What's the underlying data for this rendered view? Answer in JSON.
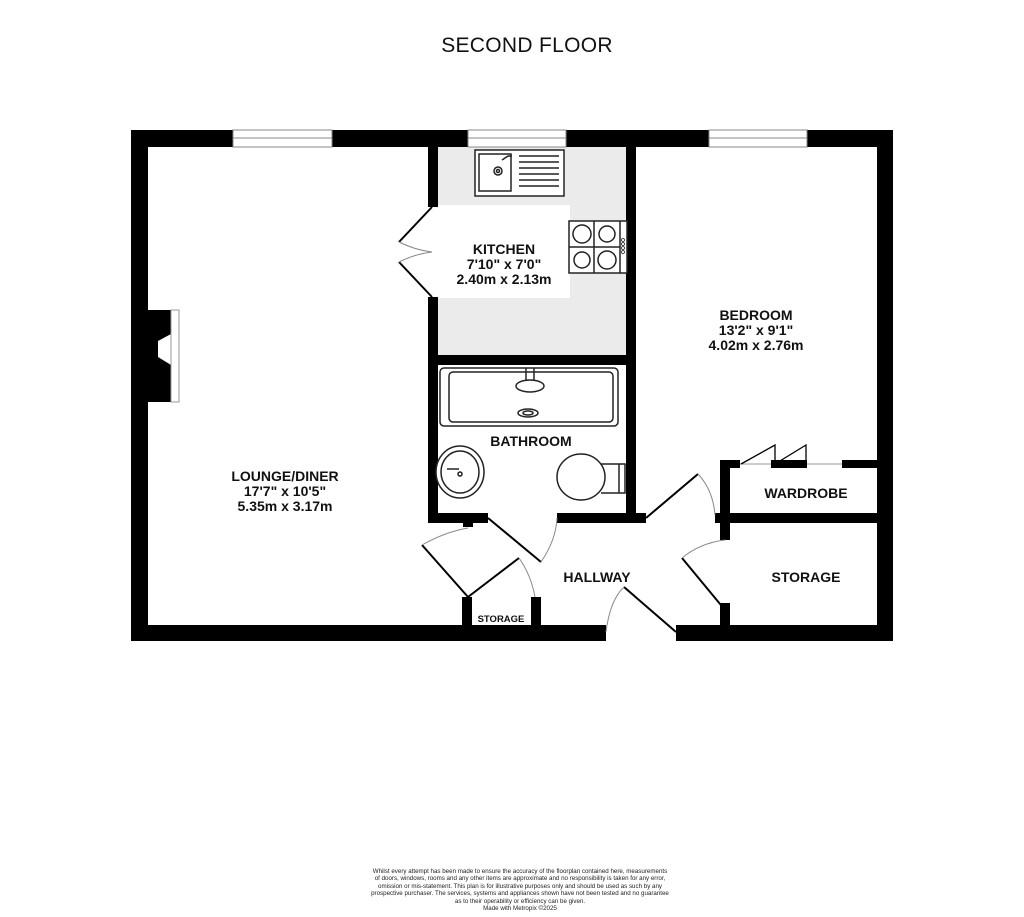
{
  "title": "SECOND FLOOR",
  "rooms": {
    "lounge": {
      "name": "LOUNGE/DINER",
      "imperial": "17'7\"  x 10'5\"",
      "metric": "5.35m  x 3.17m"
    },
    "kitchen": {
      "name": "KITCHEN",
      "imperial": "7'10\"  x 7'0\"",
      "metric": "2.40m  x 2.13m"
    },
    "bedroom": {
      "name": "BEDROOM",
      "imperial": "13'2\"  x 9'1\"",
      "metric": "4.02m  x 2.76m"
    },
    "bathroom": {
      "name": "BATHROOM"
    },
    "wardrobe": {
      "name": "WARDROBE"
    },
    "hallway": {
      "name": "HALLWAY"
    },
    "storage_large": {
      "name": "STORAGE"
    },
    "storage_small": {
      "name": "STORAGE"
    }
  },
  "colors": {
    "wall": "#000000",
    "kitchen_floor": "#ebebeb",
    "background": "#ffffff"
  },
  "disclaimer": {
    "lines": [
      "Whilst every attempt has been made to ensure the accuracy of the floorplan contained here, measurements",
      "of doors, windows, rooms and any other items are approximate and no responsibility is taken for any error,",
      "omission or mis-statement. This plan is for illustrative purposes only and should be used as such by any",
      "prospective purchaser. The services, systems and appliances shown have not been tested and no guarantee",
      "as to their operability or efficiency can be given."
    ],
    "credit": "Made with Metropix ©2025"
  }
}
